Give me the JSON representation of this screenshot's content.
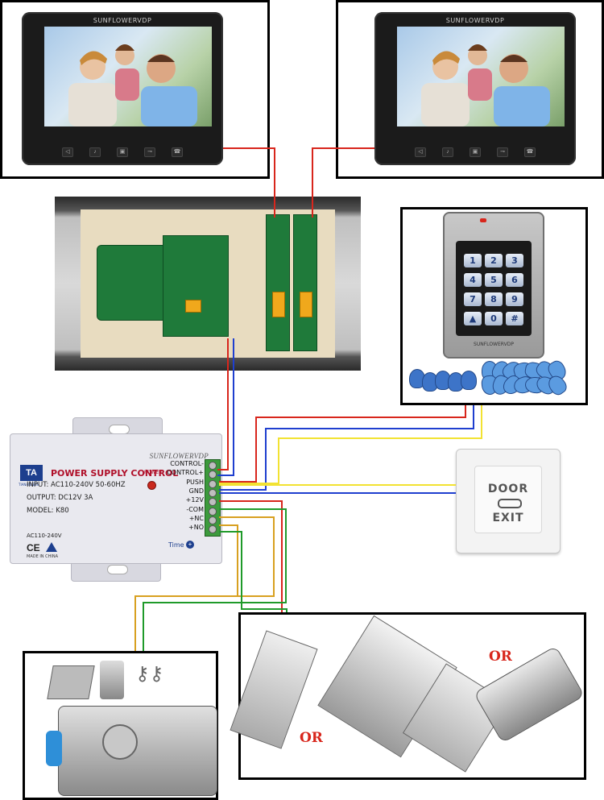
{
  "monitors": [
    {
      "brand": "SUNFLOWERVDP"
    },
    {
      "brand": "SUNFLOWERVDP"
    }
  ],
  "keypad": {
    "brand": "SUNFLOWERVDP",
    "keys": [
      "1",
      "2",
      "3",
      "4",
      "5",
      "6",
      "7",
      "8",
      "9",
      "▲",
      "0",
      "#"
    ]
  },
  "power_supply": {
    "brand": "SUNFLOWERVDP",
    "logo_text": "TA",
    "logo_subtext": "TIANANKEEN",
    "title": "POWER SUPPLY CONTROL",
    "power_label": "POWER",
    "input": "INPUT: AC110-240V  50-60HZ",
    "output": "OUTPUT: DC12V  3A",
    "model": "MODEL: K80",
    "ac_label": "AC110-240V",
    "ce": "CE",
    "made_in": "MADE IN CHINA",
    "time_label": "Time",
    "terminals": [
      "CONTROL-",
      "CONTROL+",
      "PUSH",
      "GND",
      "+12V",
      "-COM",
      "+NC",
      "+NO"
    ]
  },
  "exit_button": {
    "line1": "DOOR",
    "line2": "EXIT"
  },
  "locks": {
    "or_labels": [
      "OR",
      "OR"
    ]
  },
  "colors": {
    "wire_red": "#d8261c",
    "wire_blue": "#1f3fcf",
    "wire_yellow": "#f2e232",
    "wire_green": "#1f9a2a",
    "wire_orange": "#d8a020",
    "frame": "#000000"
  }
}
